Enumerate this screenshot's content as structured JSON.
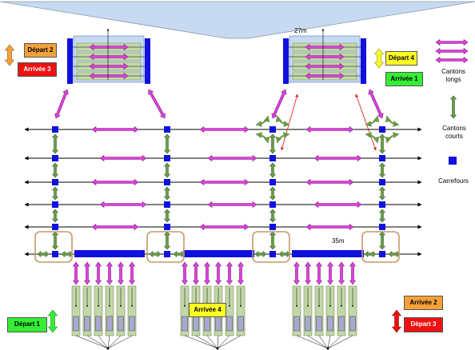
{
  "labels": {
    "dist_top": "27m",
    "dist_bottom": "35m"
  },
  "boxes": {
    "depart2": "Départ 2",
    "arrivee3": "Arrivée 3",
    "depart4": "Départ 4",
    "arrivee1": "Arrivée 1",
    "arrivee4": "Arrivée 4",
    "depart1": "Départ 1",
    "arrivee2": "Arrivée 2",
    "depart3": "Départ 3"
  },
  "legend": {
    "long_sections": "Cantons longs",
    "short_sections": "Cantons courts",
    "junctions": "Carrefours"
  },
  "colors": {
    "magenta": "#e040e0",
    "green": "#6a9a4a",
    "junction_blue": "#1010e0",
    "orange": "#f4a13a",
    "red": "#ee1111",
    "yellow": "#ffff22",
    "bright_green": "#33ee33",
    "light_green_fill": "#c2d8a8",
    "light_blue_fill": "#c6daf2",
    "tan": "#c39a6b",
    "purple_block": "#a8a8d0"
  }
}
